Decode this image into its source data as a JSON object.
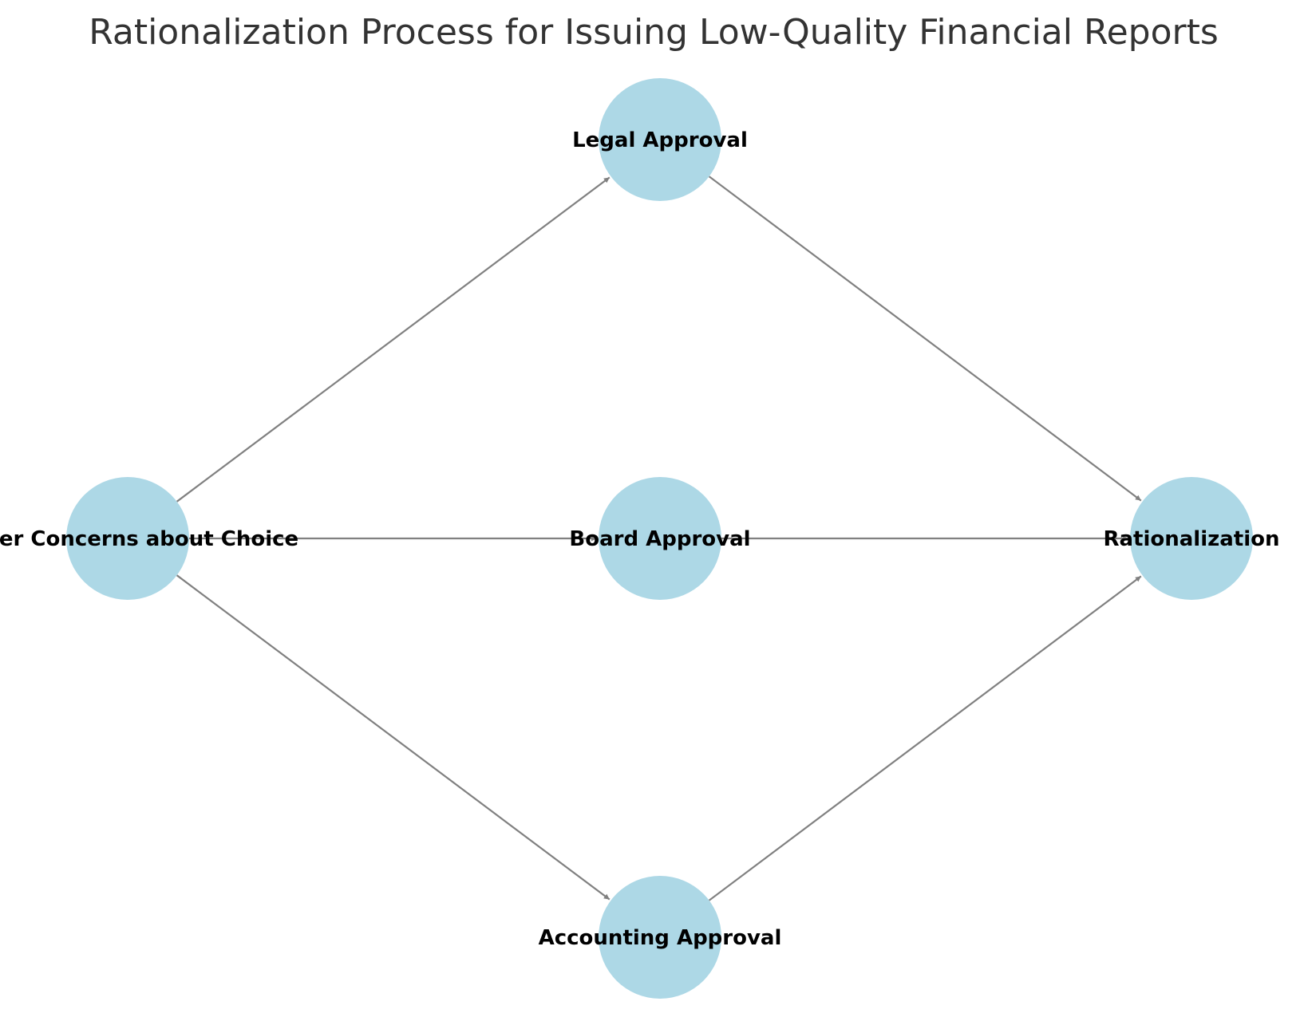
{
  "title": "Rationalization Process for Issuing Low-Quality Financial Reports",
  "colors": {
    "node_fill": "#add8e6",
    "edge": "#808080",
    "title": "#333333",
    "label": "#000000"
  },
  "nodes": [
    {
      "id": "concerns",
      "label": "Other Concerns about Choice"
    },
    {
      "id": "legal",
      "label": "Legal Approval"
    },
    {
      "id": "board",
      "label": "Board Approval"
    },
    {
      "id": "accounting",
      "label": "Accounting Approval"
    },
    {
      "id": "rationalization",
      "label": "Rationalization"
    }
  ],
  "edges": [
    {
      "from": "concerns",
      "to": "legal"
    },
    {
      "from": "concerns",
      "to": "board"
    },
    {
      "from": "concerns",
      "to": "accounting"
    },
    {
      "from": "legal",
      "to": "rationalization"
    },
    {
      "from": "board",
      "to": "rationalization"
    },
    {
      "from": "accounting",
      "to": "rationalization"
    }
  ]
}
